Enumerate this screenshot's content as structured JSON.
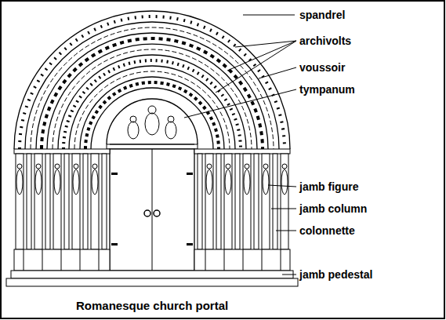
{
  "diagram": {
    "caption": "Romanesque church portal",
    "labels": [
      "spandrel",
      "archivolts",
      "voussoir",
      "tympanum",
      "jamb figure",
      "jamb column",
      "colonnette",
      "jamb pedestal"
    ]
  }
}
